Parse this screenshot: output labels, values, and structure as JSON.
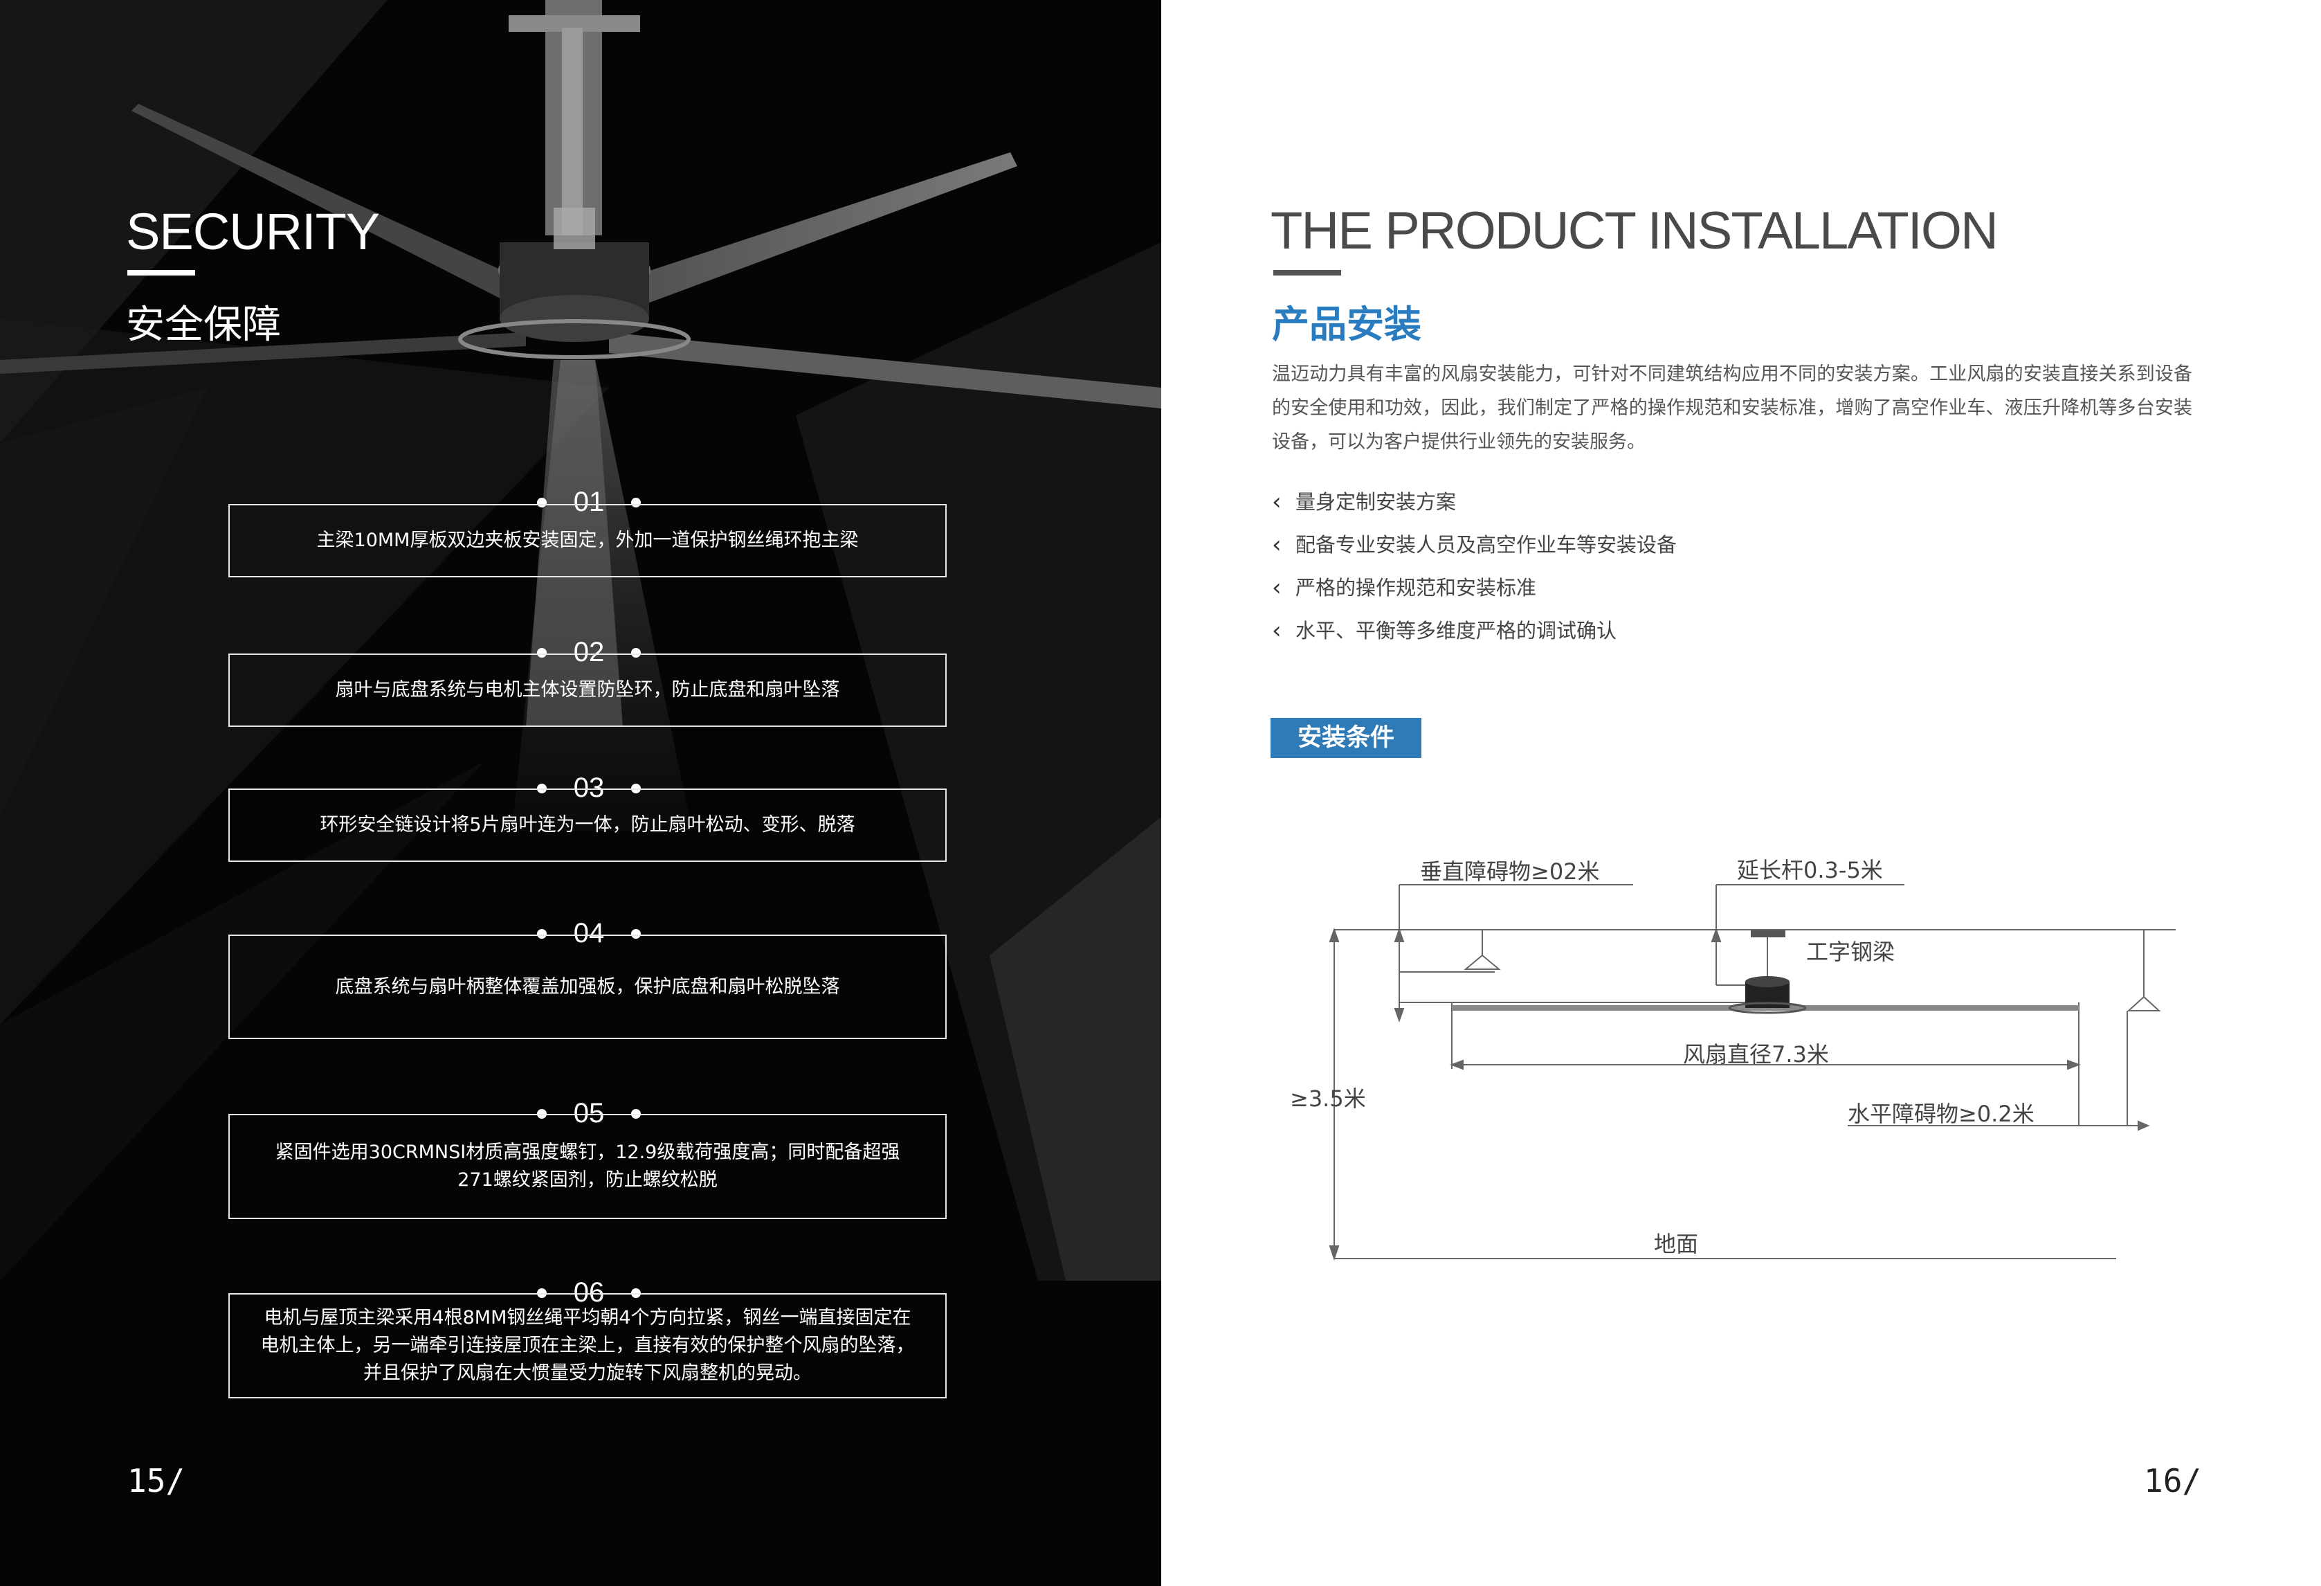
{
  "left_page": {
    "title_en": "SECURITY",
    "title_cn": "安全保障",
    "steps": [
      {
        "num": "01",
        "text": "主梁10MM厚板双边夹板安装固定，外加一道保护钢丝绳环抱主梁"
      },
      {
        "num": "02",
        "text": "扇叶与底盘系统与电机主体设置防坠环，防止底盘和扇叶坠落"
      },
      {
        "num": "03",
        "text": "环形安全链设计将5片扇叶连为一体，防止扇叶松动、变形、脱落"
      },
      {
        "num": "04",
        "text": "底盘系统与扇叶柄整体覆盖加强板，保护底盘和扇叶松脱坠落"
      },
      {
        "num": "05",
        "text": "紧固件选用30CRMNSI材质高强度螺钉，12.9级载荷强度高；同时配备超强271螺纹紧固剂，防止螺纹松脱"
      },
      {
        "num": "06",
        "text": "电机与屋顶主梁采用4根8MM钢丝绳平均朝4个方向拉紧，钢丝一端直接固定在电机主体上，另一端牵引连接屋顶在主梁上，直接有效的保护整个风扇的坠落，并且保护了风扇在大惯量受力旋转下风扇整机的晃动。"
      }
    ],
    "page_number": "15/"
  },
  "right_page": {
    "title_en": "THE PRODUCT INSTALLATION",
    "title_cn": "产品安装",
    "paragraph": "温迈动力具有丰富的风扇安装能力，可针对不同建筑结构应用不同的安装方案。工业风扇的安装直接关系到设备的安全使用和功效，因此，我们制定了严格的操作规范和安装标准，增购了高空作业车、液压升降机等多台安装设备，可以为客户提供行业领先的安装服务。",
    "features": [
      "量身定制安装方案",
      "配备专业安装人员及高空作业车等安装设备",
      "严格的操作规范和安装标准",
      "水平、平衡等多维度严格的调试确认"
    ],
    "conditions_label": "安装条件",
    "diagram": {
      "vertical_clearance": "垂直障碍物≥02米",
      "extension_rod": "延长杆0.3-5米",
      "steel_beam": "工字钢梁",
      "fan_diameter": "风扇直径7.3米",
      "height_min": "≥3.5米",
      "horizontal_clearance": "水平障碍物≥0.2米",
      "ground": "地面"
    },
    "page_number": "16/"
  },
  "colors": {
    "left_bg": "#050505",
    "accent_blue": "#2f7bb7",
    "title_cn_blue": "#2a7cc0",
    "text_gray": "#555555"
  }
}
